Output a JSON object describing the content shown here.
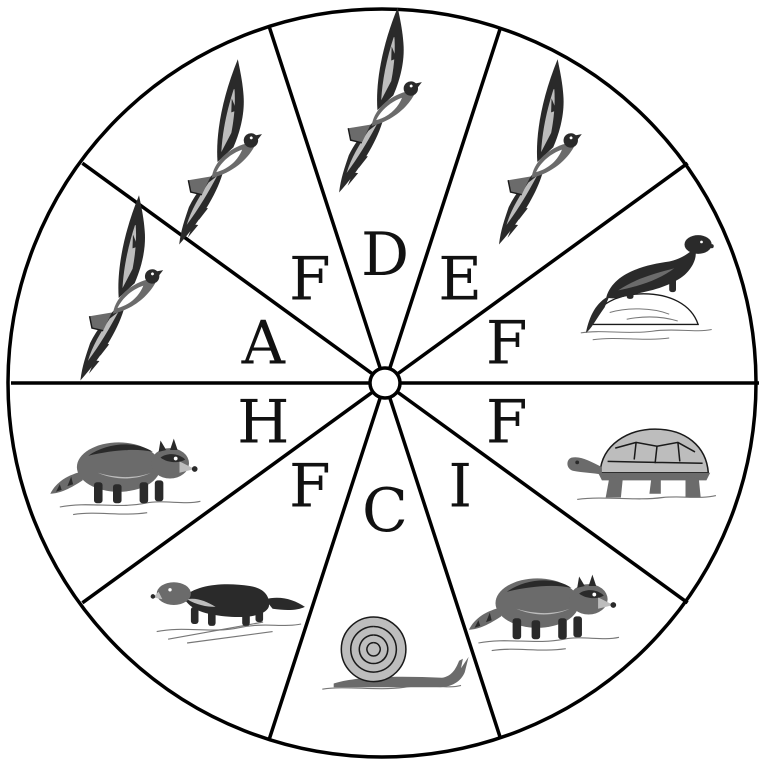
{
  "wheel": {
    "segments": [
      {
        "label": "D",
        "animal": "hawk"
      },
      {
        "label": "E",
        "animal": "hawk"
      },
      {
        "label": "F",
        "animal": "otter"
      },
      {
        "label": "F",
        "animal": "tortoise"
      },
      {
        "label": "I",
        "animal": "raccoon"
      },
      {
        "label": "C",
        "animal": "snail"
      },
      {
        "label": "F",
        "animal": "ferret"
      },
      {
        "label": "H",
        "animal": "raccoon"
      },
      {
        "label": "A",
        "animal": "hawk"
      },
      {
        "label": "F",
        "animal": "hawk"
      }
    ]
  }
}
